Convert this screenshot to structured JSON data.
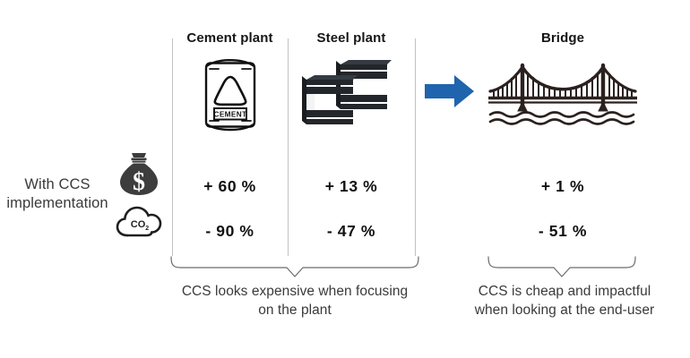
{
  "left_label": {
    "line1": "With CCS",
    "line2": "implementation",
    "icons": {
      "money": "money-bag-icon",
      "emissions": "co2-cloud-icon",
      "co2_text": "CO",
      "co2_sub": "2"
    }
  },
  "columns": [
    {
      "key": "cement",
      "header": "Cement plant",
      "icon": "cement-bag-icon",
      "icon_label": "CEMENT",
      "cost_change": "+ 60 %",
      "emission_change": "- 90 %"
    },
    {
      "key": "steel",
      "header": "Steel plant",
      "icon": "steel-beams-icon",
      "cost_change": "+ 13 %",
      "emission_change": "- 47 %"
    },
    {
      "key": "bridge",
      "header": "Bridge",
      "icon": "bridge-icon",
      "cost_change": "+ 1 %",
      "emission_change": "- 51 %"
    }
  ],
  "arrow": {
    "icon": "blue-arrow-icon",
    "color": "#1f64ad"
  },
  "captions": {
    "left": {
      "line1": "CCS looks expensive when focusing",
      "line2": "on the plant"
    },
    "right": {
      "line1": "CCS is cheap and impactful",
      "line2": "when looking at the end-user"
    }
  },
  "colors": {
    "text_dark": "#111111",
    "text_gray": "#3a3a3a",
    "divider": "#c2c2c2",
    "arrow_blue": "#1f64ad",
    "icon_dark": "#2b2b2b",
    "steel_dark": "#23272b",
    "bridge_dark": "#2b211f"
  }
}
